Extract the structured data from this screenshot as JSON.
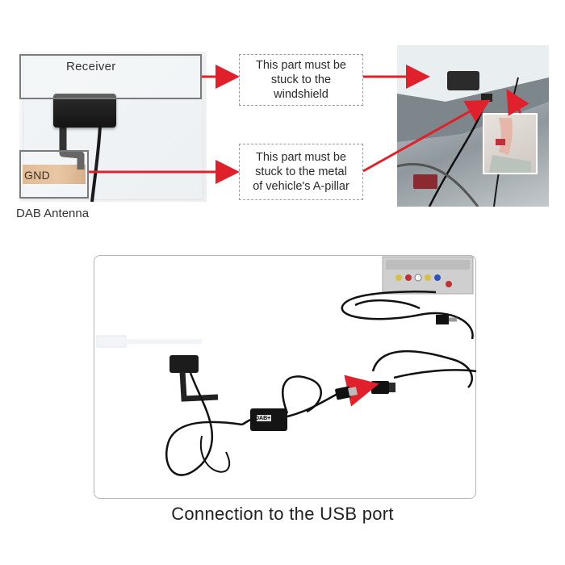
{
  "labels": {
    "receiver": "Receiver",
    "gnd": "GND",
    "dab_antenna": "DAB Antenna",
    "dab_module": "DAB+"
  },
  "notes": {
    "windshield": [
      "This part must be",
      "stuck to the",
      "windshield"
    ],
    "apillar": [
      "This part must be",
      "stuck to the metal",
      "of vehicle's A-pillar"
    ]
  },
  "caption": "Connection to the USB port",
  "colors": {
    "arrow": "#e0202a",
    "callout_border": "#7a7a7a",
    "note_border": "#9a9a9a",
    "copper": "#e3b587",
    "cable": "#111111"
  },
  "icons": {
    "arrow": "right-arrow-icon",
    "usb": "usb-plug-icon"
  }
}
